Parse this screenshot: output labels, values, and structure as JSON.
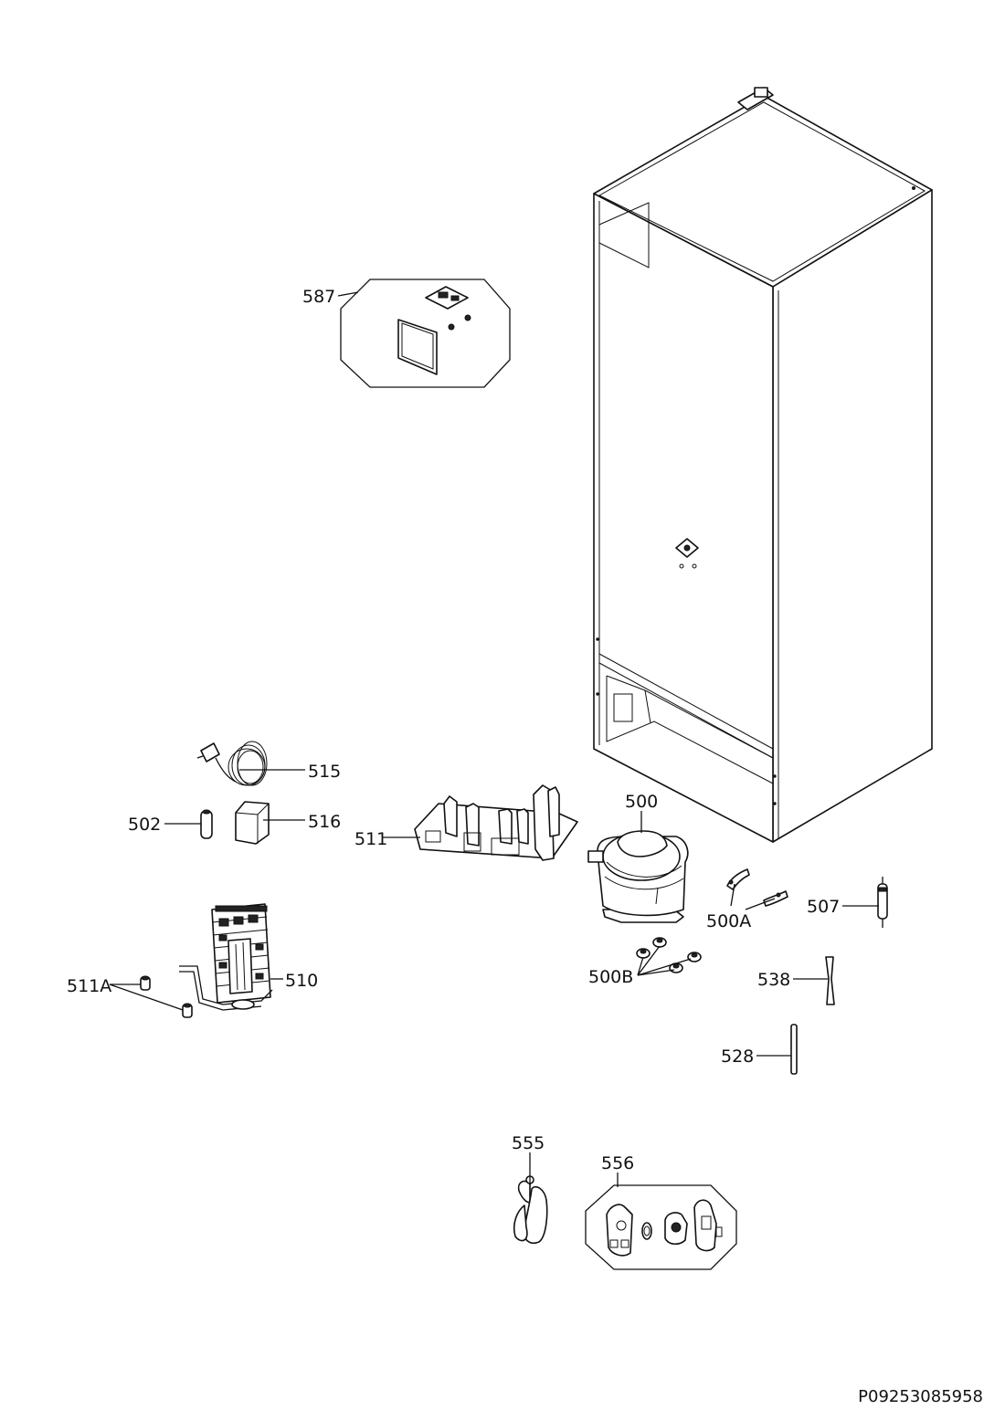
{
  "document_id": "P09253085958",
  "parts": [
    {
      "key": "587",
      "label": "587"
    },
    {
      "key": "515",
      "label": "515"
    },
    {
      "key": "502",
      "label": "502"
    },
    {
      "key": "516",
      "label": "516"
    },
    {
      "key": "511",
      "label": "511"
    },
    {
      "key": "500",
      "label": "500"
    },
    {
      "key": "500A",
      "label": "500A"
    },
    {
      "key": "507",
      "label": "507"
    },
    {
      "key": "500B",
      "label": "500B"
    },
    {
      "key": "538",
      "label": "538"
    },
    {
      "key": "528",
      "label": "528"
    },
    {
      "key": "510",
      "label": "510"
    },
    {
      "key": "511A",
      "label": "511A"
    },
    {
      "key": "555",
      "label": "555"
    },
    {
      "key": "556",
      "label": "556"
    }
  ]
}
